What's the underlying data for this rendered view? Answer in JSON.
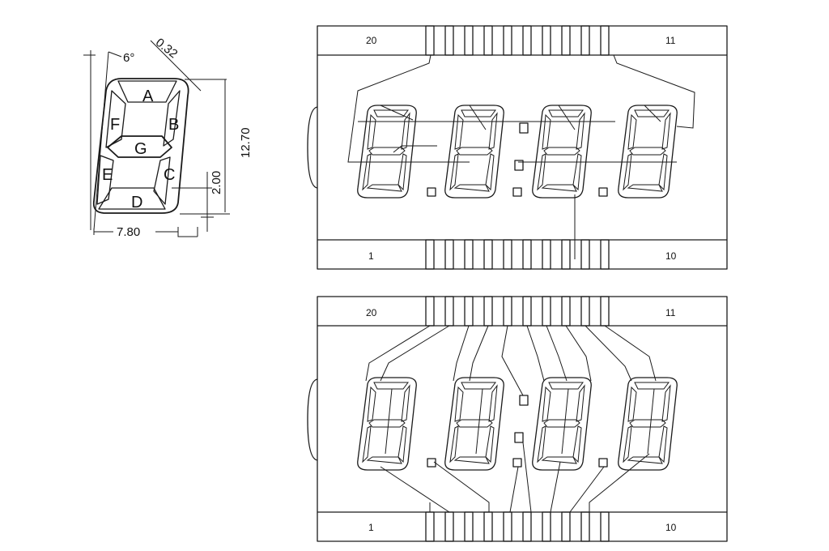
{
  "segment_diagram": {
    "segment_labels": {
      "A": "A",
      "B": "B",
      "C": "C",
      "D": "D",
      "E": "E",
      "F": "F",
      "G": "G"
    },
    "dim_angle": "6°",
    "dim_stroke": "0.32",
    "dim_height": "12.70",
    "dim_gap": "2.00",
    "dim_width": "7.80"
  },
  "pcb_top": {
    "pin_top_left": "20",
    "pin_top_right": "11",
    "pin_bottom_left": "1",
    "pin_bottom_right": "10"
  },
  "pcb_bottom": {
    "pin_top_left": "20",
    "pin_top_right": "11",
    "pin_bottom_left": "1",
    "pin_bottom_right": "10"
  }
}
